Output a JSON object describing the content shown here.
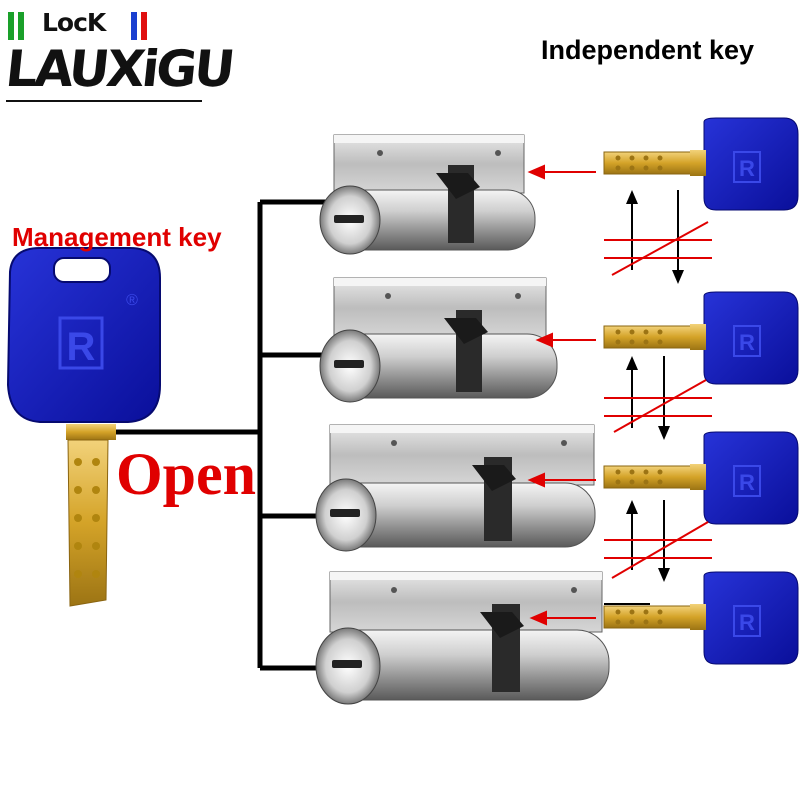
{
  "logo": {
    "top_text": "LocK",
    "main_text": "LAUXiGU"
  },
  "labels": {
    "independent_key": "Independent key",
    "management_key": "Management key",
    "open": "Open"
  },
  "key_mark": "R",
  "registered_mark": "®",
  "colors": {
    "key_head": "#0f16b4",
    "key_blade": "#d4a328",
    "label_red": "#e00000",
    "arrow_red": "#e00000",
    "line_black": "#000000"
  },
  "cylinder_count": 4,
  "independent_key_count": 4
}
